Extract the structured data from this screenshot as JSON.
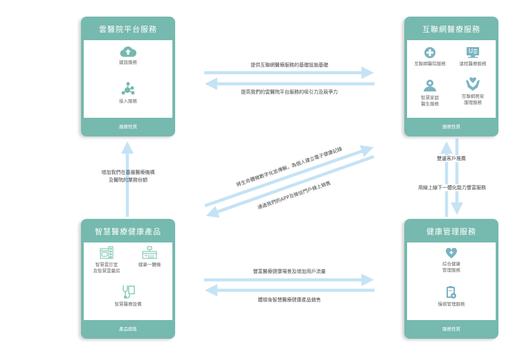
{
  "colors": {
    "teal": "#76b9ae",
    "arrow": "#c4e3f5",
    "text": "#444444",
    "icon_blue": "#7bb3c1"
  },
  "cards": {
    "cloud_platform": {
      "title": "雲醫院平台服務",
      "footer": "服務性質",
      "items": [
        {
          "label": "建設服務",
          "icon": "cloud-upload-icon"
        },
        {
          "label": "接入服務",
          "icon": "network-nodes-icon"
        }
      ]
    },
    "internet_medical": {
      "title": "互聯網醫療服務",
      "footer": "服務性質",
      "items": [
        {
          "label": "互聯網醫院服務",
          "icon": "medical-cross-icon"
        },
        {
          "label": "遠程醫療服務",
          "icon": "telemedicine-monitor-icon"
        },
        {
          "label_line1": "智慧家庭",
          "label_line2": "醫生服務",
          "icon": "doctor-icon"
        },
        {
          "label_line1": "互聯網居家",
          "label_line2": "護理服務",
          "icon": "care-hands-icon"
        }
      ]
    },
    "smart_products": {
      "title": "智慧醫療健康產品",
      "footer": "產品銷售",
      "items": [
        {
          "label_line1": "智慧雲診室",
          "label_line2": "及智慧雲藥房",
          "icon": "smart-clinic-icon"
        },
        {
          "label": "健康一體機",
          "icon": "health-kiosk-icon"
        },
        {
          "label": "智慧醫療設備",
          "icon": "medical-device-icon"
        }
      ]
    },
    "health_management": {
      "title": "健康管理服務",
      "footer": "服務性質",
      "items": [
        {
          "label_line1": "綜合健康",
          "label_line2": "管理服務",
          "icon": "heart-plus-icon"
        },
        {
          "label": "慢病管理服務",
          "icon": "clipboard-gear-icon"
        }
      ]
    }
  },
  "arrows": {
    "top_right": "提供互聯網醫療服務的基礎設施基礎",
    "top_left": "提高我們的雲醫院平台服務的吸引力及競爭力",
    "diag_up_right": "將生命體徵數字化並傳輸，為個人建立電子健康記錄",
    "diag_down_left": "通過我們的APP及微信門戶線上銷售",
    "left_up_line1": "增加我們在基層醫療機構",
    "left_up_line2": "及醫院的業務份額",
    "right_vertical_1": "雙邊客戶推薦",
    "right_vertical_2": "用線上線下一體化能力豐富服務",
    "bottom_right": "豐富醫療健康場景及增加用戶流量",
    "bottom_left": "體檢後智慧醫療健康產品銷售"
  }
}
